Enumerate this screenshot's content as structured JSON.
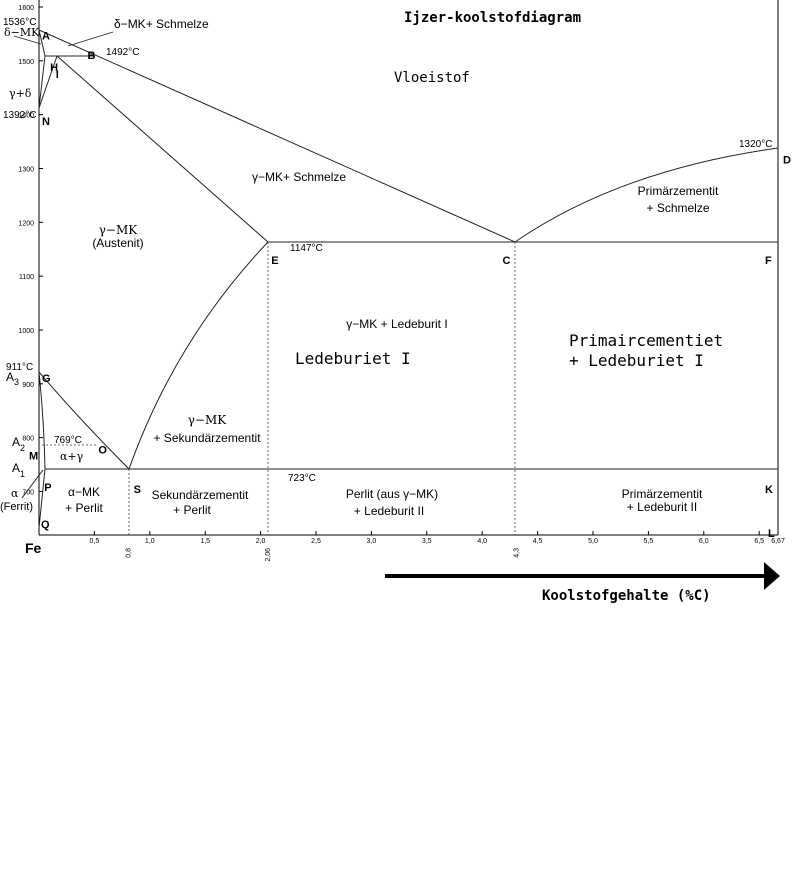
{
  "title": "Ijzer-koolstofdiagram",
  "x_axis": {
    "title": "Koolstofgehalte (%C)",
    "origin_label": "Fe",
    "ticks": [
      "0,5",
      "1,0",
      "1,5",
      "2,0",
      "2,5",
      "3,0",
      "3,5",
      "4,0",
      "4,5",
      "5,0",
      "5,5",
      "6,0",
      "6,5",
      "6,67"
    ],
    "tick_values": [
      0.5,
      1.0,
      1.5,
      2.0,
      2.5,
      3.0,
      3.5,
      4.0,
      4.5,
      5.0,
      5.5,
      6.0,
      6.5,
      6.67
    ],
    "special_ticks": [
      "0,8",
      "2,06",
      "4,3"
    ],
    "special_tick_values": [
      0.8,
      2.06,
      4.3
    ]
  },
  "y_axis": {
    "ticks": [
      "700",
      "800",
      "900",
      "1000",
      "1100",
      "1200",
      "1300",
      "1400",
      "1500",
      "1600"
    ],
    "tick_values": [
      700,
      800,
      900,
      1000,
      1100,
      1200,
      1300,
      1400,
      1500,
      1600
    ],
    "range": [
      650,
      1600
    ]
  },
  "points": [
    {
      "label": "A",
      "c": 0,
      "t": 1536
    },
    {
      "label": "B",
      "c": 0.51,
      "t": 1492
    },
    {
      "label": "H",
      "c": 0.1,
      "t": 1492
    },
    {
      "label": "I",
      "c": 0.16,
      "t": 1492
    },
    {
      "label": "N",
      "c": 0,
      "t": 1392
    },
    {
      "label": "E",
      "c": 2.06,
      "t": 1147
    },
    {
      "label": "C",
      "c": 4.3,
      "t": 1147
    },
    {
      "label": "F",
      "c": 6.67,
      "t": 1147
    },
    {
      "label": "D",
      "c": 6.67,
      "t": 1320
    },
    {
      "label": "G",
      "c": 0,
      "t": 911
    },
    {
      "label": "M",
      "c": 0,
      "t": 769
    },
    {
      "label": "O",
      "c": 0.5,
      "t": 769
    },
    {
      "label": "P",
      "c": 0.02,
      "t": 723
    },
    {
      "label": "S",
      "c": 0.8,
      "t": 723
    },
    {
      "label": "K",
      "c": 6.67,
      "t": 723
    },
    {
      "label": "Q",
      "c": 0,
      "t": 640
    },
    {
      "label": "L",
      "c": 6.67,
      "t": 640
    }
  ],
  "temperature_labels": [
    "1536°C",
    "1492°C",
    "1392°C",
    "1320°C",
    "1147°C",
    "911°C",
    "769°C",
    "723°C"
  ],
  "side_labels": {
    "delta_mk": "δ−MK",
    "gamma_delta": "γ+δ",
    "alpha_gamma": "α+γ",
    "alpha": "α",
    "ferrit": "(Ferrit)",
    "a3": "A",
    "a3_sub": "3",
    "a2": "A",
    "a2_sub": "2",
    "a1": "A",
    "a1_sub": "1"
  },
  "regions": {
    "delta_schmelze": "δ−MK+ Schmelze",
    "vloeistof": "Vloeistof",
    "gamma_schmelze": "γ−MK+ Schmelze",
    "primar_schmelze_1": "Primärzementit",
    "primar_schmelze_2": "+ Schmelze",
    "gamma_mk": "γ−MK",
    "austenit": "(Austenit)",
    "gamma_ledeburit": "γ−MK + Ledeburit I",
    "ledeburiet": "Ledeburiet I",
    "primaircementiet_1": "Primaircementiet",
    "primaircementiet_2": "+ Ledeburiet I",
    "gamma_sek_1": "γ−MK",
    "gamma_sek_2": "+ Sekundärzementit",
    "alpha_perlit_1": "α−MK",
    "alpha_perlit_2": "+ Perlit",
    "sek_perlit_1": "Sekundärzementit",
    "sek_perlit_2": "+ Perlit",
    "perlit_led_1": "Perlit (aus γ−MK)",
    "perlit_led_2": "+ Ledeburit II",
    "prim_led2_1": "Primärzementit",
    "prim_led2_2": "+ Ledeburit II"
  }
}
